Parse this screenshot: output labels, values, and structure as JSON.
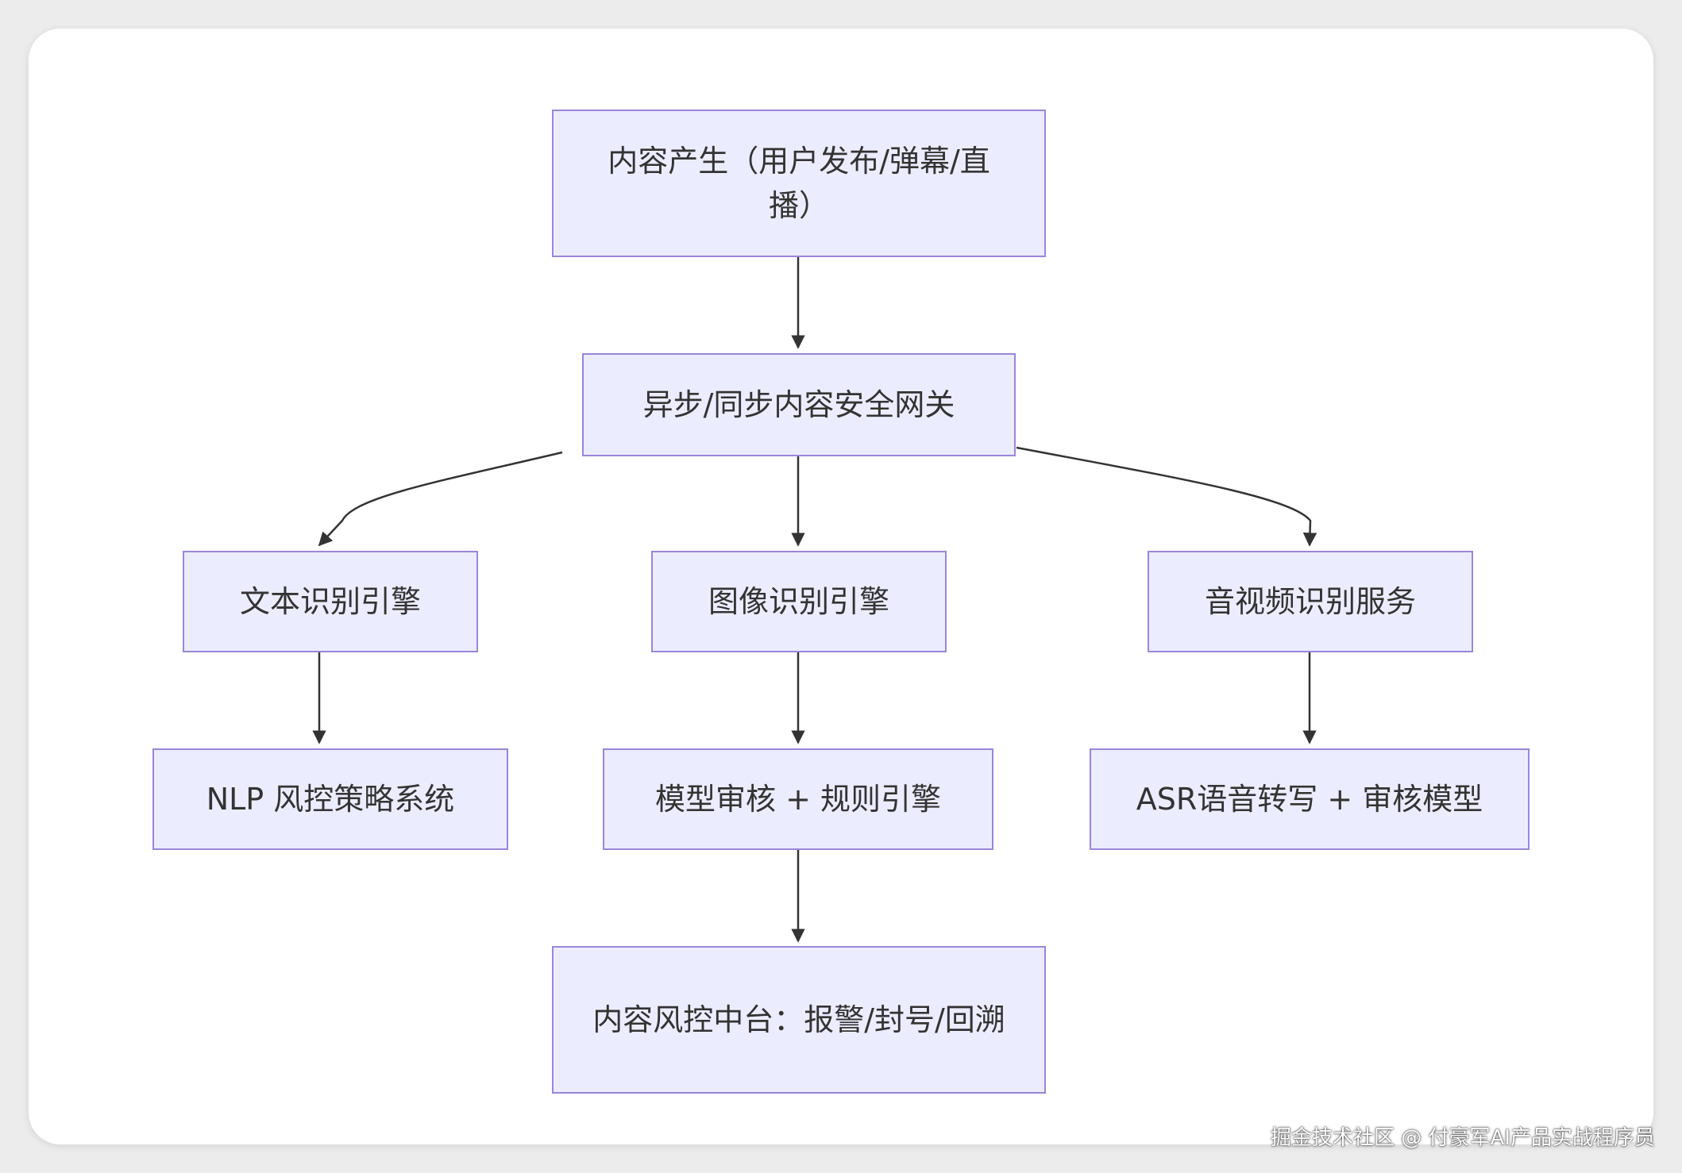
{
  "diagram": {
    "nodes": {
      "content_generation": "内容产生（用户发布/弹幕/直播）",
      "security_gateway": "异步/同步内容安全网关",
      "text_engine": "文本识别引擎",
      "image_engine": "图像识别引擎",
      "av_service": "音视频识别服务",
      "nlp_system": "NLP 风控策略系统",
      "model_rules": "模型审核 + 规则引擎",
      "asr_model": "ASR语音转写 + 审核模型",
      "risk_platform": "内容风控中台：报警/封号/回溯"
    },
    "edges": [
      [
        "content_generation",
        "security_gateway"
      ],
      [
        "security_gateway",
        "text_engine"
      ],
      [
        "security_gateway",
        "image_engine"
      ],
      [
        "security_gateway",
        "av_service"
      ],
      [
        "text_engine",
        "nlp_system"
      ],
      [
        "image_engine",
        "model_rules"
      ],
      [
        "av_service",
        "asr_model"
      ],
      [
        "model_rules",
        "risk_platform"
      ]
    ],
    "colors": {
      "node_fill": "#ececff",
      "node_border": "#9b86d9",
      "edge": "#333333",
      "text": "#333333"
    }
  },
  "watermark": "掘金技术社区 @ 付豪军AI产品实战程序员"
}
